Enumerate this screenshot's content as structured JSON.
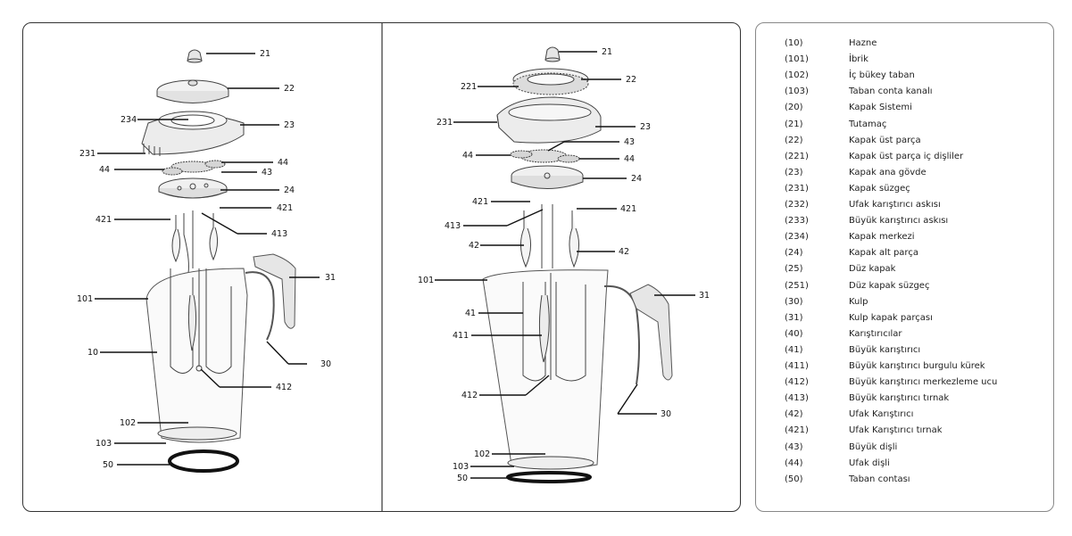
{
  "left_figure_callouts": [
    {
      "id": "c21",
      "label": "21"
    },
    {
      "id": "c22",
      "label": "22"
    },
    {
      "id": "c234",
      "label": "234"
    },
    {
      "id": "c23",
      "label": "23"
    },
    {
      "id": "c231",
      "label": "231"
    },
    {
      "id": "c44a",
      "label": "44"
    },
    {
      "id": "c44b",
      "label": "44"
    },
    {
      "id": "c43",
      "label": "43"
    },
    {
      "id": "c24",
      "label": "24"
    },
    {
      "id": "c421a",
      "label": "421"
    },
    {
      "id": "c421b",
      "label": "421"
    },
    {
      "id": "c413",
      "label": "413"
    },
    {
      "id": "c31",
      "label": "31"
    },
    {
      "id": "c101",
      "label": "101"
    },
    {
      "id": "c10",
      "label": "10"
    },
    {
      "id": "c30",
      "label": "30"
    },
    {
      "id": "c412",
      "label": "412"
    },
    {
      "id": "c102",
      "label": "102"
    },
    {
      "id": "c103",
      "label": "103"
    },
    {
      "id": "c50",
      "label": "50"
    }
  ],
  "right_figure_callouts": [
    {
      "id": "r21",
      "label": "21"
    },
    {
      "id": "r221",
      "label": "221"
    },
    {
      "id": "r22",
      "label": "22"
    },
    {
      "id": "r231",
      "label": "231"
    },
    {
      "id": "r23",
      "label": "23"
    },
    {
      "id": "r43",
      "label": "43"
    },
    {
      "id": "r44a",
      "label": "44"
    },
    {
      "id": "r44b",
      "label": "44"
    },
    {
      "id": "r24",
      "label": "24"
    },
    {
      "id": "r421a",
      "label": "421"
    },
    {
      "id": "r421b",
      "label": "421"
    },
    {
      "id": "r413",
      "label": "413"
    },
    {
      "id": "r42a",
      "label": "42"
    },
    {
      "id": "r42b",
      "label": "42"
    },
    {
      "id": "r101",
      "label": "101"
    },
    {
      "id": "r31",
      "label": "31"
    },
    {
      "id": "r41",
      "label": "41"
    },
    {
      "id": "r411",
      "label": "411"
    },
    {
      "id": "r412",
      "label": "412"
    },
    {
      "id": "r30",
      "label": "30"
    },
    {
      "id": "r102",
      "label": "102"
    },
    {
      "id": "r103",
      "label": "103"
    },
    {
      "id": "r50",
      "label": "50"
    }
  ],
  "legend": [
    {
      "num": "(10)",
      "text": "Hazne"
    },
    {
      "num": "(101)",
      "text": "İbrik"
    },
    {
      "num": "(102)",
      "text": "İç bükey taban"
    },
    {
      "num": "(103)",
      "text": "Taban conta kanalı"
    },
    {
      "num": "(20)",
      "text": "Kapak Sistemi"
    },
    {
      "num": "(21)",
      "text": "Tutamaç"
    },
    {
      "num": "(22)",
      "text": "Kapak üst parça"
    },
    {
      "num": "(221)",
      "text": "Kapak üst parça iç dişliler"
    },
    {
      "num": "(23)",
      "text": "Kapak ana gövde"
    },
    {
      "num": "(231)",
      "text": "Kapak süzgeç"
    },
    {
      "num": "(232)",
      "text": "Ufak karıştırıcı askısı"
    },
    {
      "num": "(233)",
      "text": "Büyük karıştırıcı askısı"
    },
    {
      "num": "(234)",
      "text": "Kapak merkezi"
    },
    {
      "num": "(24)",
      "text": "Kapak alt parça"
    },
    {
      "num": "(25)",
      "text": "Düz kapak"
    },
    {
      "num": "(251)",
      "text": "Düz kapak süzgeç"
    },
    {
      "num": "(30)",
      "text": "Kulp"
    },
    {
      "num": "(31)",
      "text": "Kulp kapak parçası"
    },
    {
      "num": "(40)",
      "text": "Karıştırıcılar"
    },
    {
      "num": "(41)",
      "text": "Büyük karıştırıcı"
    },
    {
      "num": "(411)",
      "text": "Büyük karıştırıcı burgulu kürek"
    },
    {
      "num": "(412)",
      "text": "Büyük karıştırıcı merkezleme ucu"
    },
    {
      "num": "(413)",
      "text": "Büyük karıştırıcı tırnak"
    },
    {
      "num": "(42)",
      "text": "Ufak Karıştırıcı"
    },
    {
      "num": "(421)",
      "text": "Ufak Karıştırıcı tırnak"
    },
    {
      "num": "(43)",
      "text": "Büyük dişli"
    },
    {
      "num": "(44)",
      "text": "Ufak dişli"
    },
    {
      "num": "(50)",
      "text": "Taban contası"
    }
  ]
}
